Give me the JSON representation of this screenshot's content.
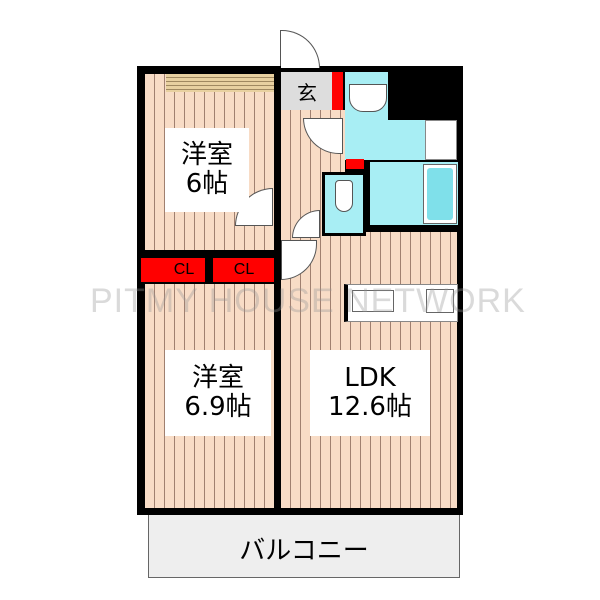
{
  "rooms": {
    "western_room_1": {
      "name": "洋室",
      "size": "6帖"
    },
    "western_room_2": {
      "name": "洋室",
      "size": "6.9帖"
    },
    "ldk": {
      "name": "LDK",
      "size": "12.6帖"
    },
    "entrance": "玄",
    "closet_left": "CL",
    "closet_right": "CL",
    "balcony": "バルコニー"
  },
  "watermark": "PITMY HOUSE NETWORK",
  "colors": {
    "floor": "#f8dcc6",
    "wet_area": "#a8eef4",
    "storage": "#ff0000",
    "wall": "#000000"
  }
}
